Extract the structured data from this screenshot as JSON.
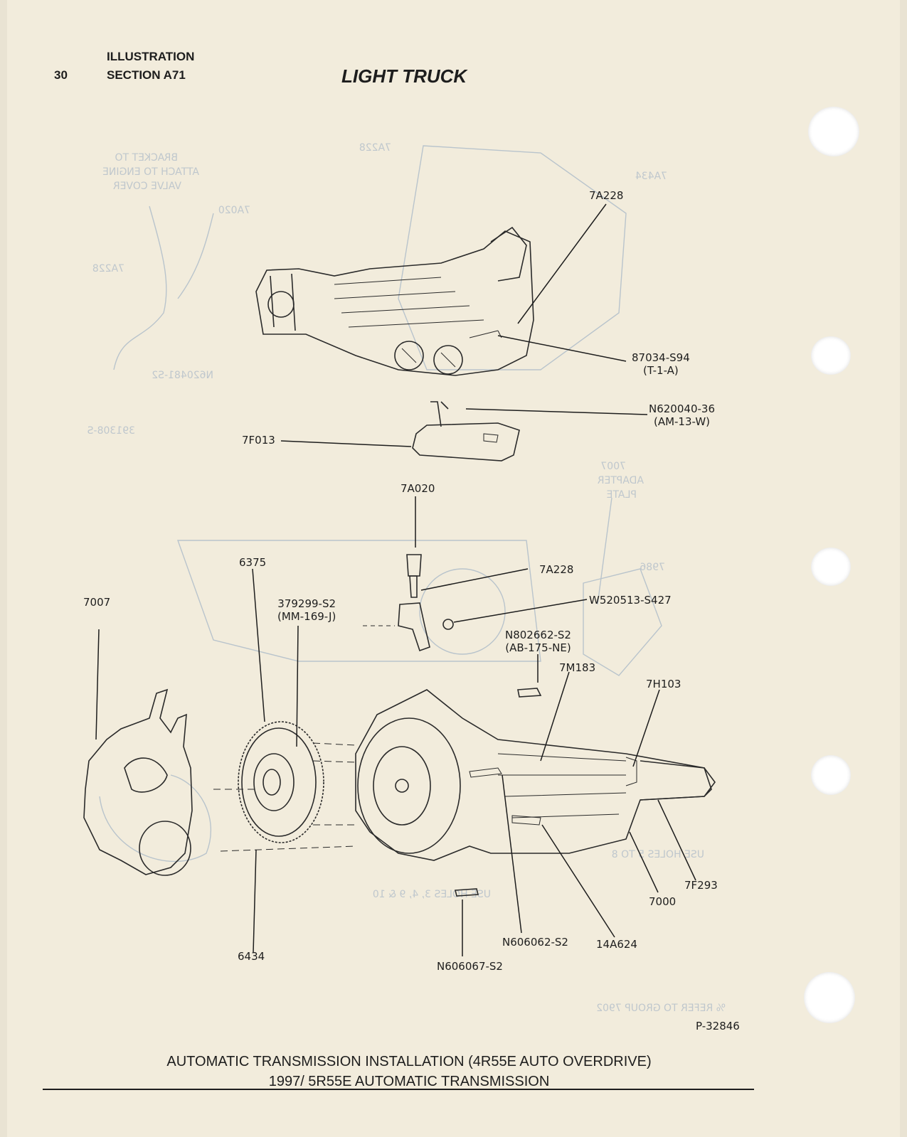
{
  "header": {
    "page_number": "30",
    "label_line1": "ILLUSTRATION",
    "label_line2": "SECTION A71",
    "title": "LIGHT TRUCK"
  },
  "callouts": {
    "c_7a228_top": "7A228",
    "c_87034": [
      "87034-S94",
      "(T-1-A)"
    ],
    "c_n620040": [
      "N620040-36",
      "(AM-13-W)"
    ],
    "c_7f013": "7F013",
    "c_7a020": "7A020",
    "c_7a228_mid": "7A228",
    "c_w520513": "W520513-S427",
    "c_6375": "6375",
    "c_379299": [
      "379299-S2",
      "(MM-169-J)"
    ],
    "c_7007": "7007",
    "c_n802662": [
      "N802662-S2",
      "(AB-175-NE)"
    ],
    "c_7m183": "7M183",
    "c_7h103": "7H103",
    "c_7f293": "7F293",
    "c_7000": "7000",
    "c_14a624": "14A624",
    "c_n606062": "N606062-S2",
    "c_n606067": "N606067-S2",
    "c_6434": "6434"
  },
  "figure_id": "P-32846",
  "caption": {
    "line1": "AUTOMATIC TRANSMISSION INSTALLATION (4R55E AUTO OVERDRIVE)",
    "line2": "1997/ 5R55E AUTOMATIC TRANSMISSION"
  },
  "ghost_text": {
    "g1": "BRACKET TO",
    "g2": "ATTACH TO ENGINE",
    "g3": "VALVE COVER",
    "g4": "7A020",
    "g5": "7A228",
    "g6": "7A434",
    "g7": "7A228",
    "g8": "N620481-S2",
    "g9": "391308-S",
    "g10": "7007",
    "g11": "ADAPTER",
    "g12": "PLATE",
    "g13": "7986",
    "g14": "USE HOLES 5 TO 8",
    "g15": "USE HOLES 3, 4, 9 & 10",
    "g16": "% REFER TO GROUP 7902"
  }
}
